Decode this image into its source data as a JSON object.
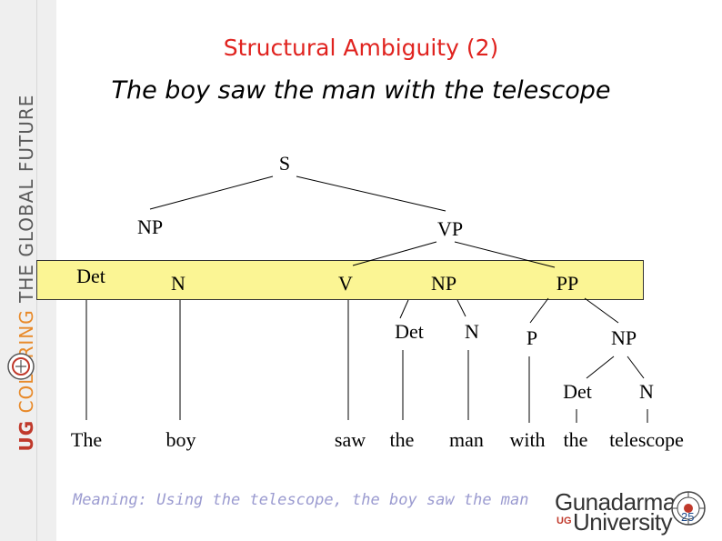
{
  "slide": {
    "title": "Structural Ambiguity (2)",
    "sentence": "The boy saw the man with the telescope",
    "meaning": "Meaning: Using the telescope, the boy saw the man",
    "page_number": "25"
  },
  "sidebar": {
    "brand": "UG",
    "coloring": "COLORING",
    "rest": "THE GLOBAL FUTURE"
  },
  "logo": {
    "name": "Gunadarma",
    "uc": "UG",
    "university": "University"
  },
  "tree": {
    "nodes": {
      "S": "S",
      "NP1": "NP",
      "VP": "VP",
      "Det1": "Det",
      "N1": "N",
      "V": "V",
      "NP2": "NP",
      "PP": "PP",
      "Det2": "Det",
      "N2": "N",
      "P": "P",
      "NP3": "NP",
      "Det3": "Det",
      "N3": "N"
    },
    "words": {
      "the1": "The",
      "boy": "boy",
      "saw": "saw",
      "the2": "the",
      "man": "man",
      "with": "with",
      "the3": "the",
      "telescope": "telescope"
    }
  }
}
